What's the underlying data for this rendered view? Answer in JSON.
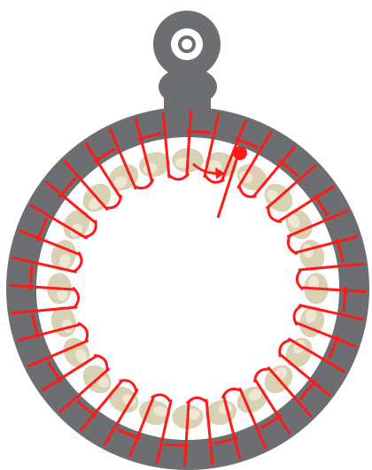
{
  "illustration": {
    "subject": "pendant-ring-bead-stitch-diagram",
    "colors": {
      "background": "#ffffff",
      "ring": "#6d6e71",
      "bead_fill": "#d9d1b4",
      "bead_highlight": "#efe9d6",
      "bead_outline": "#ffffff",
      "thread": "#ff1a1a",
      "needle": "#ff1a1a"
    },
    "bead_count": 24,
    "stitch_group_count": 20,
    "icons": {
      "hanger": "ring-hanger-icon",
      "needle": "needle-icon",
      "arrow": "thread-direction-arrow-icon"
    }
  }
}
